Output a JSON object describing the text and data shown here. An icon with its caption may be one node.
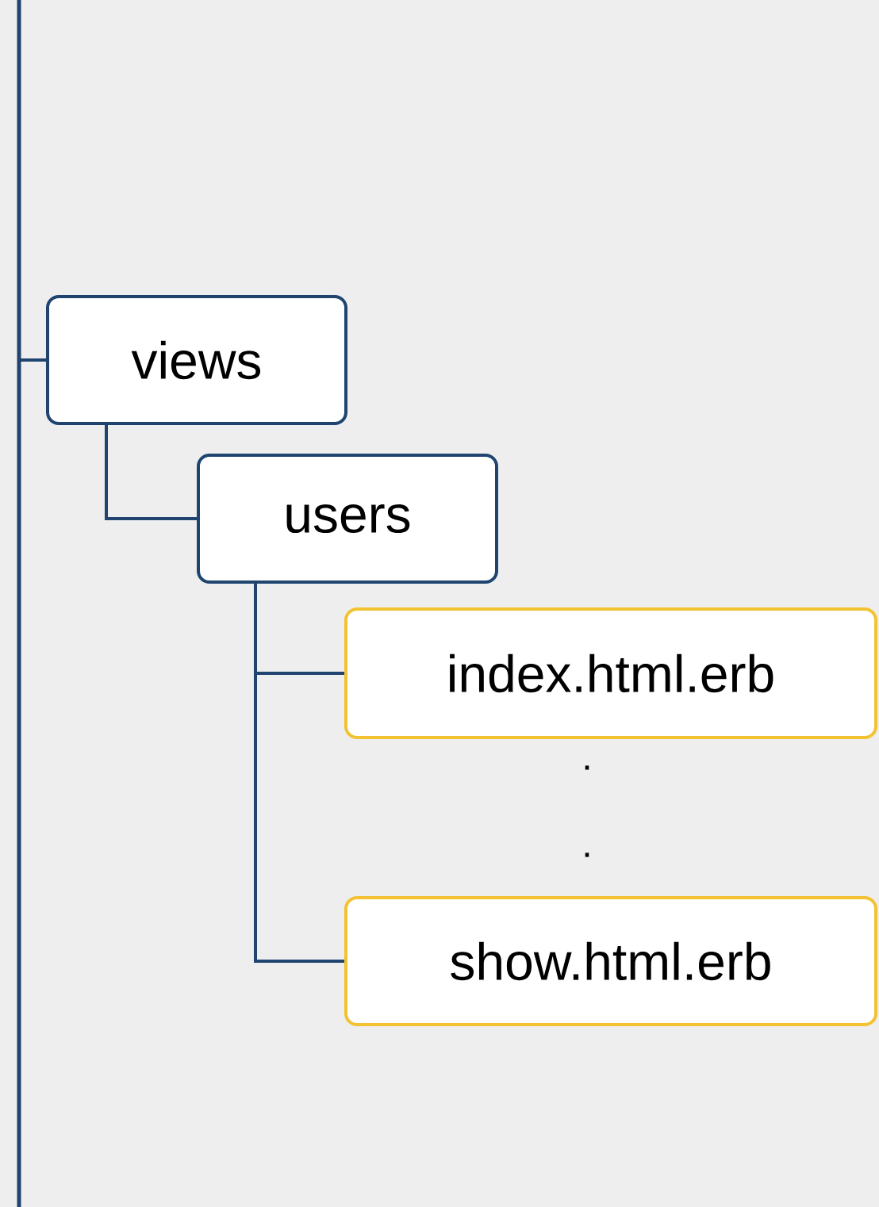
{
  "diagram": {
    "nodes": [
      {
        "text": [
          "views"
        ]
      },
      {
        "text": [
          "users"
        ]
      },
      {
        "text": [
          "index.html.erb"
        ]
      },
      {
        "text": [
          "show.html.erb"
        ]
      }
    ],
    "edges": [
      {
        "from": null,
        "to": 0,
        "arrow": "none"
      },
      {
        "from": 0,
        "to": 1,
        "arrow": "none"
      },
      {
        "from": 1,
        "to": 2,
        "arrow": "none"
      },
      {
        "from": 1,
        "to": 3,
        "arrow": "none"
      }
    ],
    "labels": [
      ".",
      "."
    ]
  }
}
